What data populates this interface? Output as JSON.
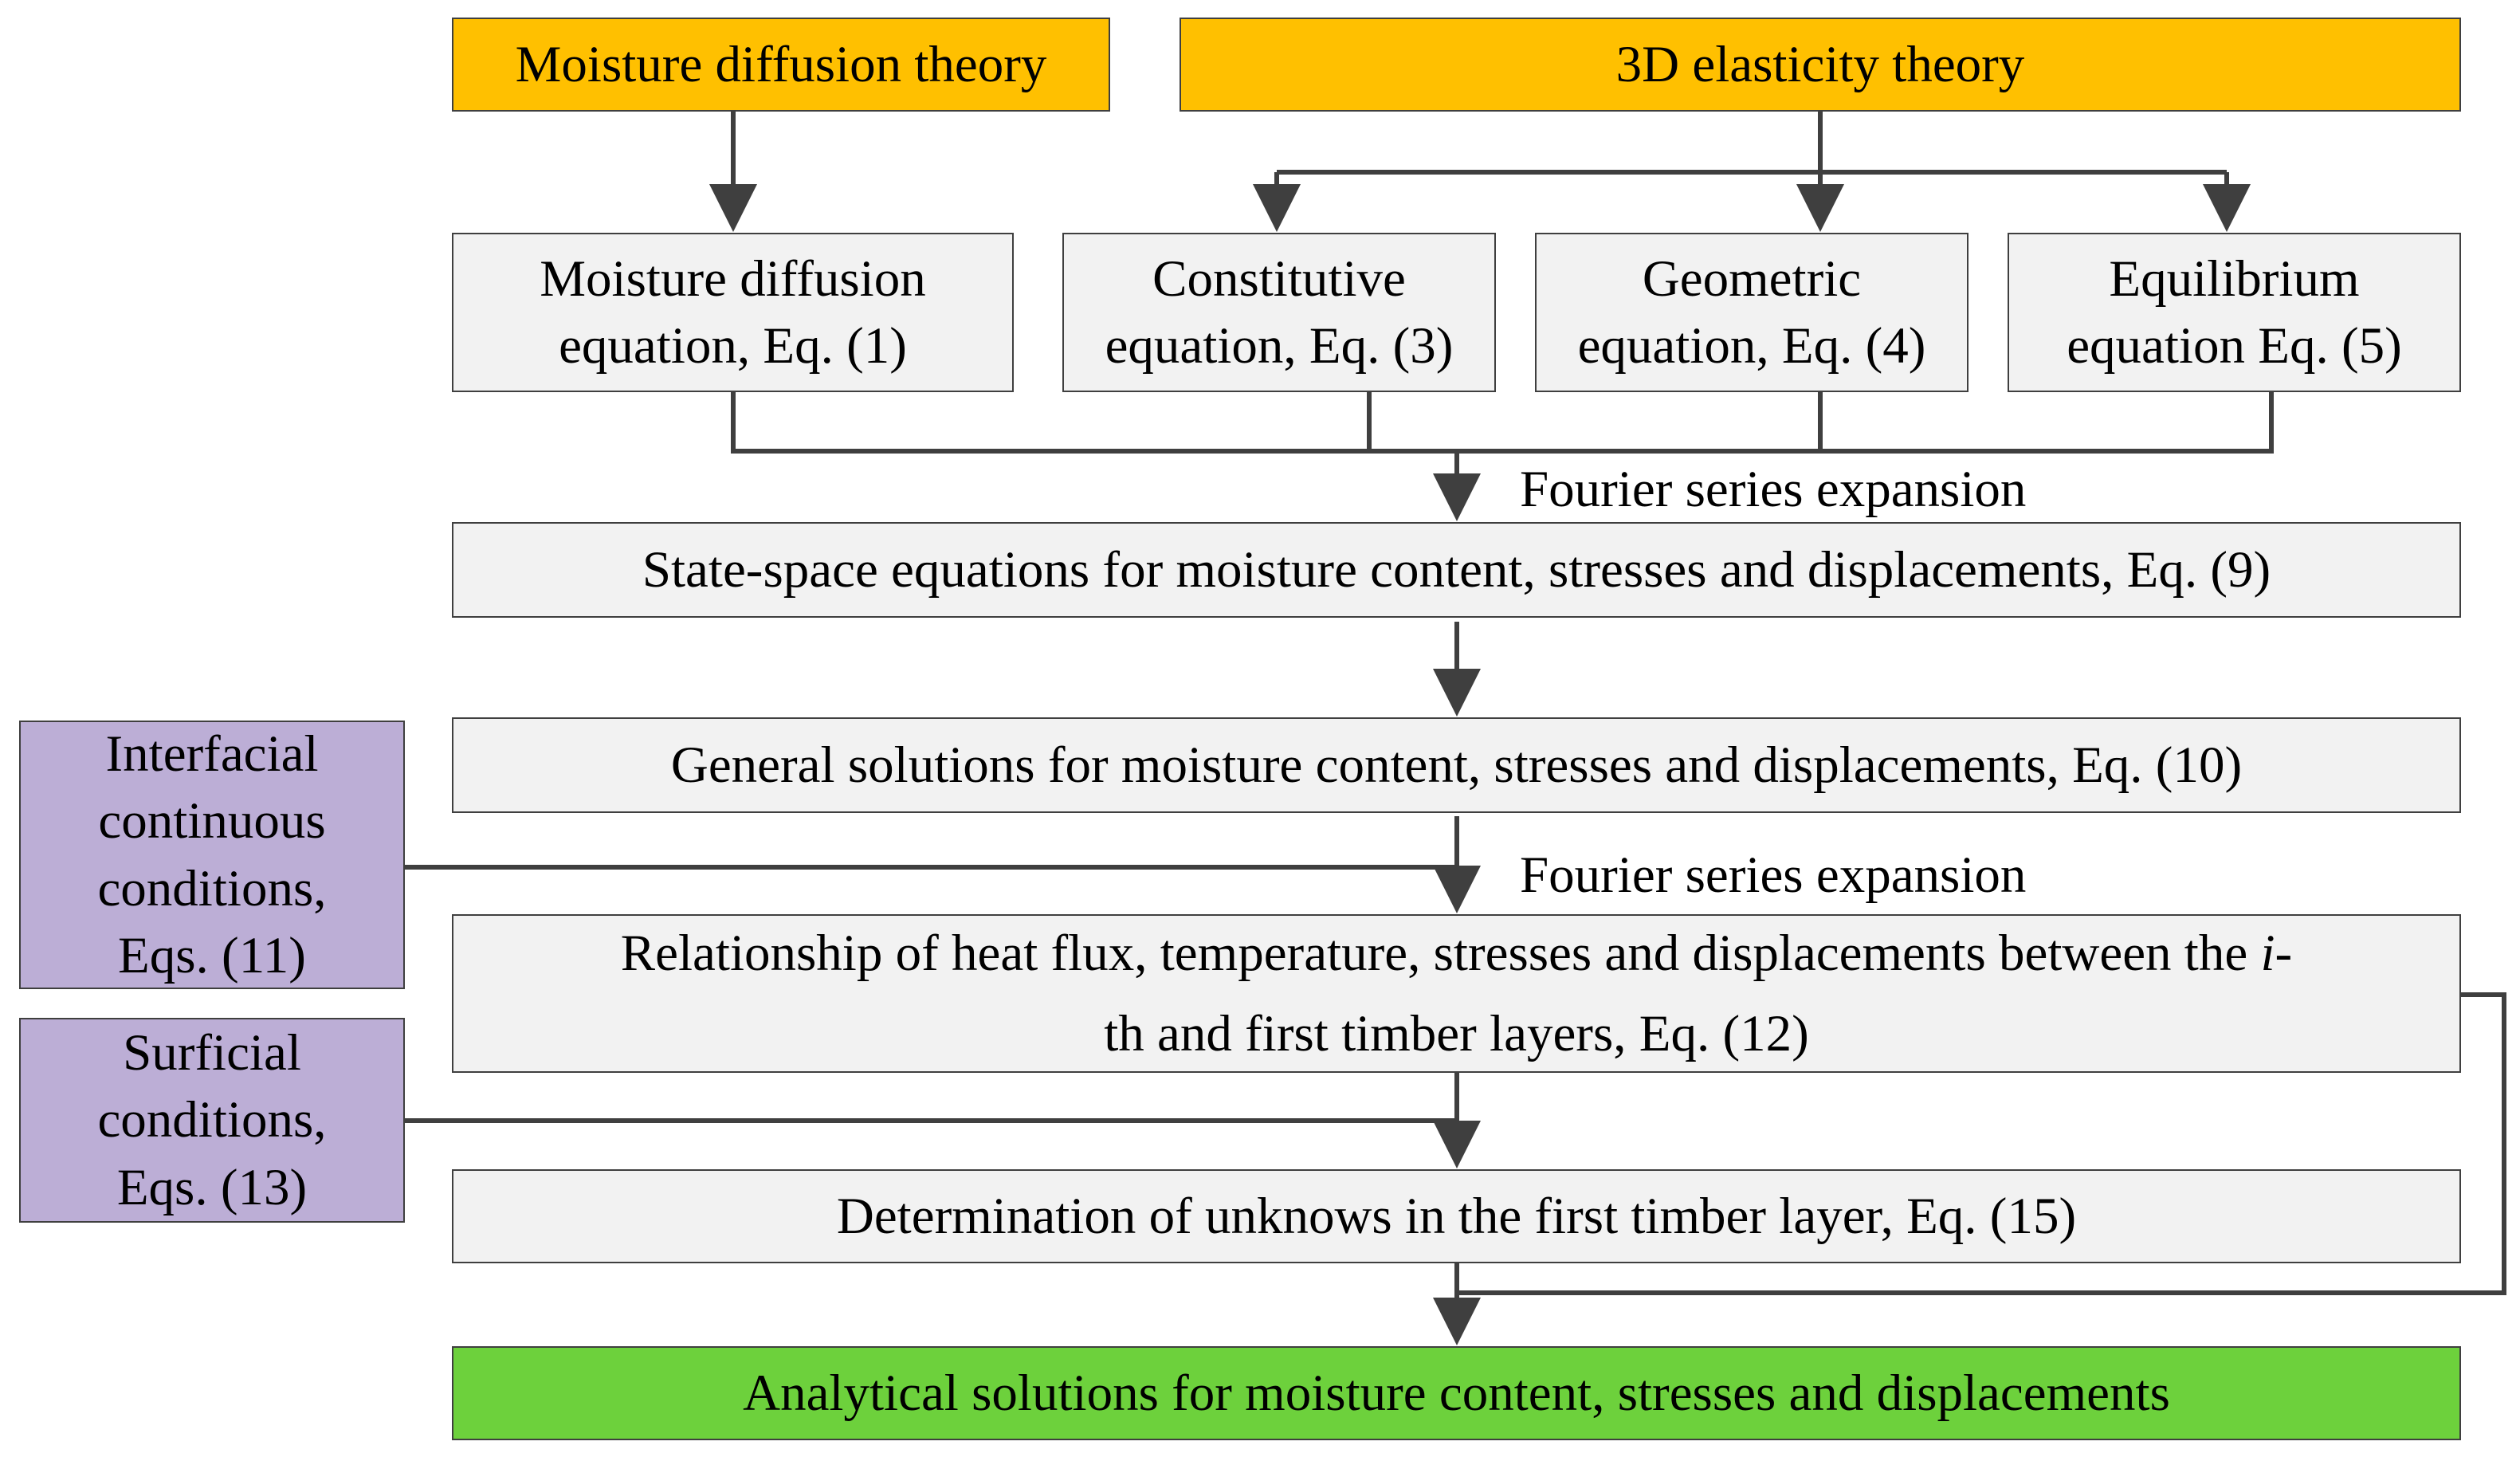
{
  "colors": {
    "theory": "#ffc000",
    "equation": "#f2f2f2",
    "condition": "#bcaed6",
    "result": "#6dd13c",
    "connector": "#3f3f3f"
  },
  "theories": {
    "moisture": "Moisture diffusion theory",
    "elasticity": "3D elasticity theory"
  },
  "equations": {
    "moisture_diffusion": [
      "Moisture diffusion",
      "equation, Eq. (1)"
    ],
    "constitutive": [
      "Constitutive",
      "equation, Eq. (3)"
    ],
    "geometric": [
      "Geometric",
      "equation, Eq. (4)"
    ],
    "equilibrium": [
      "Equilibrium",
      "equation Eq. (5)"
    ]
  },
  "steps": {
    "fourier_1": "Fourier series expansion",
    "state_space": "State-space equations for moisture content, stresses and displacements, Eq. (9)",
    "general": "General solutions for moisture content, stresses and displacements, Eq. (10)",
    "fourier_2": "Fourier series expansion",
    "relationship_line1_pre": "Relationship of heat flux, temperature, stresses and displacements between the ",
    "relationship_line1_italic": "i",
    "relationship_line1_post": "-",
    "relationship_line2": "th and first timber layers, Eq. (12)",
    "determination": "Determination of unknows in the first timber layer, Eq. (15)",
    "result": "Analytical solutions for moisture content, stresses and displacements"
  },
  "conditions": {
    "interfacial": [
      "Interfacial",
      "continuous",
      "conditions,",
      "Eqs. (11)"
    ],
    "surficial": [
      "Surficial",
      "conditions,",
      "Eqs. (13)"
    ]
  }
}
